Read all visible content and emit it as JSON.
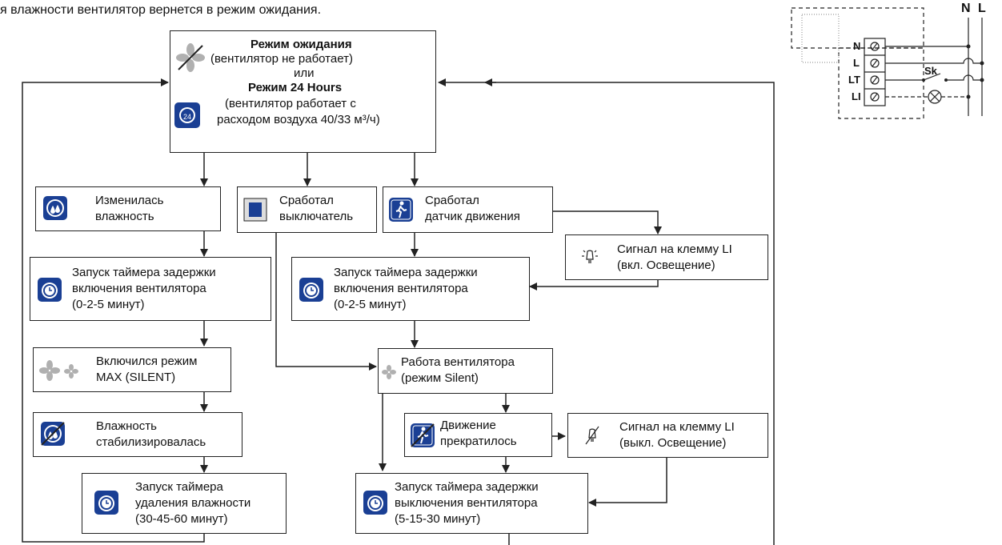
{
  "caption": "я влажности вентилятор вернется в режим ожидания.",
  "standby": {
    "title": "Режим ожидания",
    "subtitle": "(вентилятор не работает)",
    "or": "или",
    "mode24_title": "Режим 24 Hours",
    "mode24_line1": "(вентилятор работает с",
    "mode24_line2": "расходом воздуха 40/33 м³/ч)"
  },
  "humidity_changed": [
    "Изменилась",
    "влажность"
  ],
  "switch_triggered": [
    "Сработал",
    "выключатель"
  ],
  "motion_triggered": [
    "Сработал",
    "датчик движения"
  ],
  "light_on": [
    "Сигнал на клемму LI",
    "(вкл. Освещение)"
  ],
  "delay_on_left": [
    "Запуск таймера задержки",
    "включения вентилятора",
    "(0-2-5 минут)"
  ],
  "delay_on_right": [
    "Запуск таймера задержки",
    "включения вентилятора",
    "(0-2-5 минут)"
  ],
  "max_mode": [
    "Включился режим",
    "MAX (SILENT)"
  ],
  "fan_silent": [
    "Работа вентилятора",
    "(режим Silent)"
  ],
  "humidity_stable": [
    "Влажность",
    "стабилизировалась"
  ],
  "motion_stopped": [
    "Движение",
    "прекратилось"
  ],
  "light_off": [
    "Сигнал на клемму LI",
    "(выкл. Освещение)"
  ],
  "humidity_removal_timer": [
    "Запуск таймера",
    "удаления влажности",
    "(30-45-60 минут)"
  ],
  "delay_off": [
    "Запуск таймера задержки",
    "выключения вентилятора",
    "(5-15-30 минут)"
  ],
  "wiring": {
    "n_label": "N",
    "l_label": "L",
    "terminals": [
      "N",
      "L",
      "LT",
      "LI"
    ],
    "switch_label": "Sk"
  },
  "colors": {
    "icon_blue": "#1a3f94",
    "line": "#222222",
    "fan_gray": "#b0b0b0"
  }
}
